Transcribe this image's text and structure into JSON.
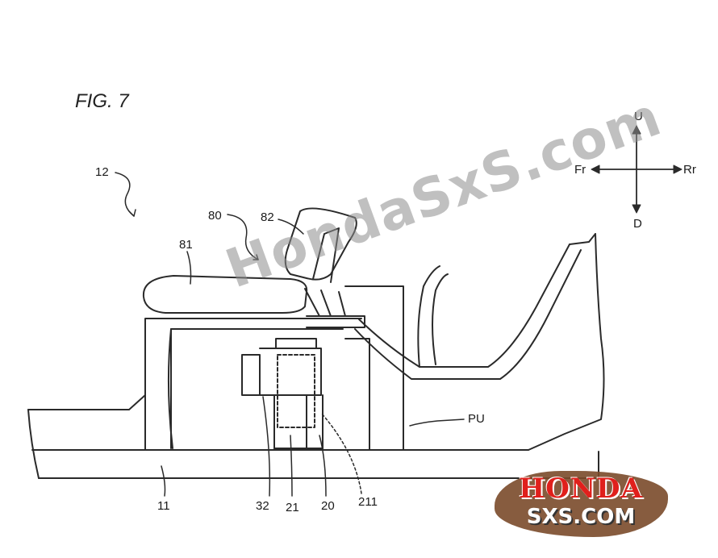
{
  "figure": {
    "title": "FIG. 7"
  },
  "compass": {
    "up": "U",
    "down": "D",
    "front": "Fr",
    "rear": "Rr"
  },
  "labels": {
    "l12": "12",
    "l80": "80",
    "l82": "82",
    "l81": "81",
    "lPU": "PU",
    "l11": "11",
    "l32": "32",
    "l21": "21",
    "l20": "20",
    "l211": "211"
  },
  "watermark": {
    "text": "HondaSxS.com"
  },
  "logo": {
    "top": "HONDA",
    "bottom": "SXS.COM"
  },
  "colors": {
    "line": "#2a2a2a",
    "watermark": "#8c8c8c",
    "logo_red": "#e0201c",
    "logo_mud": "#7a4a2a"
  }
}
